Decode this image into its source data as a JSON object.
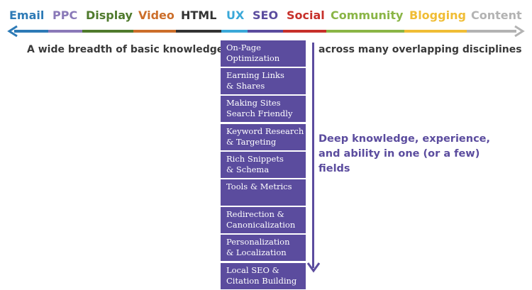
{
  "disciplines": [
    {
      "label": "Email",
      "color": "#2d7ab6"
    },
    {
      "label": "PPC",
      "color": "#8a79b8"
    },
    {
      "label": "Display",
      "color": "#4f7a2c"
    },
    {
      "label": "Video",
      "color": "#cc6e2a"
    },
    {
      "label": "HTML",
      "color": "#333333"
    },
    {
      "label": "UX",
      "color": "#3aa8d8"
    },
    {
      "label": "SEO",
      "color": "#5b4c9e"
    },
    {
      "label": "Social",
      "color": "#c7302a"
    },
    {
      "label": "Community",
      "color": "#8ab546"
    },
    {
      "label": "Blogging",
      "color": "#f0bd35"
    },
    {
      "label": "Content",
      "color": "#b3b3b3"
    }
  ],
  "left_text": "A wide breadth of basic knowledge",
  "right_text": "across many overlapping disciplines",
  "skills": [
    "On-Page\nOptimization",
    "Earning Links\n& Shares",
    "Making Sites\nSearch Friendly",
    "Keyword Research\n& Targeting",
    "Rich Snippets\n& Schema",
    "Tools & Metrics",
    "Redirection &\nCanonicalization",
    "Personalization\n& Localization",
    "Local SEO &\nCitation Building"
  ],
  "deep_text": "Deep knowledge, experience,\nand ability in one (or a few)\nfields",
  "colors": {
    "skill_tile": "#5b4c9e",
    "arrow": "#5b4c9e",
    "side_text": "#3a3a3a"
  }
}
